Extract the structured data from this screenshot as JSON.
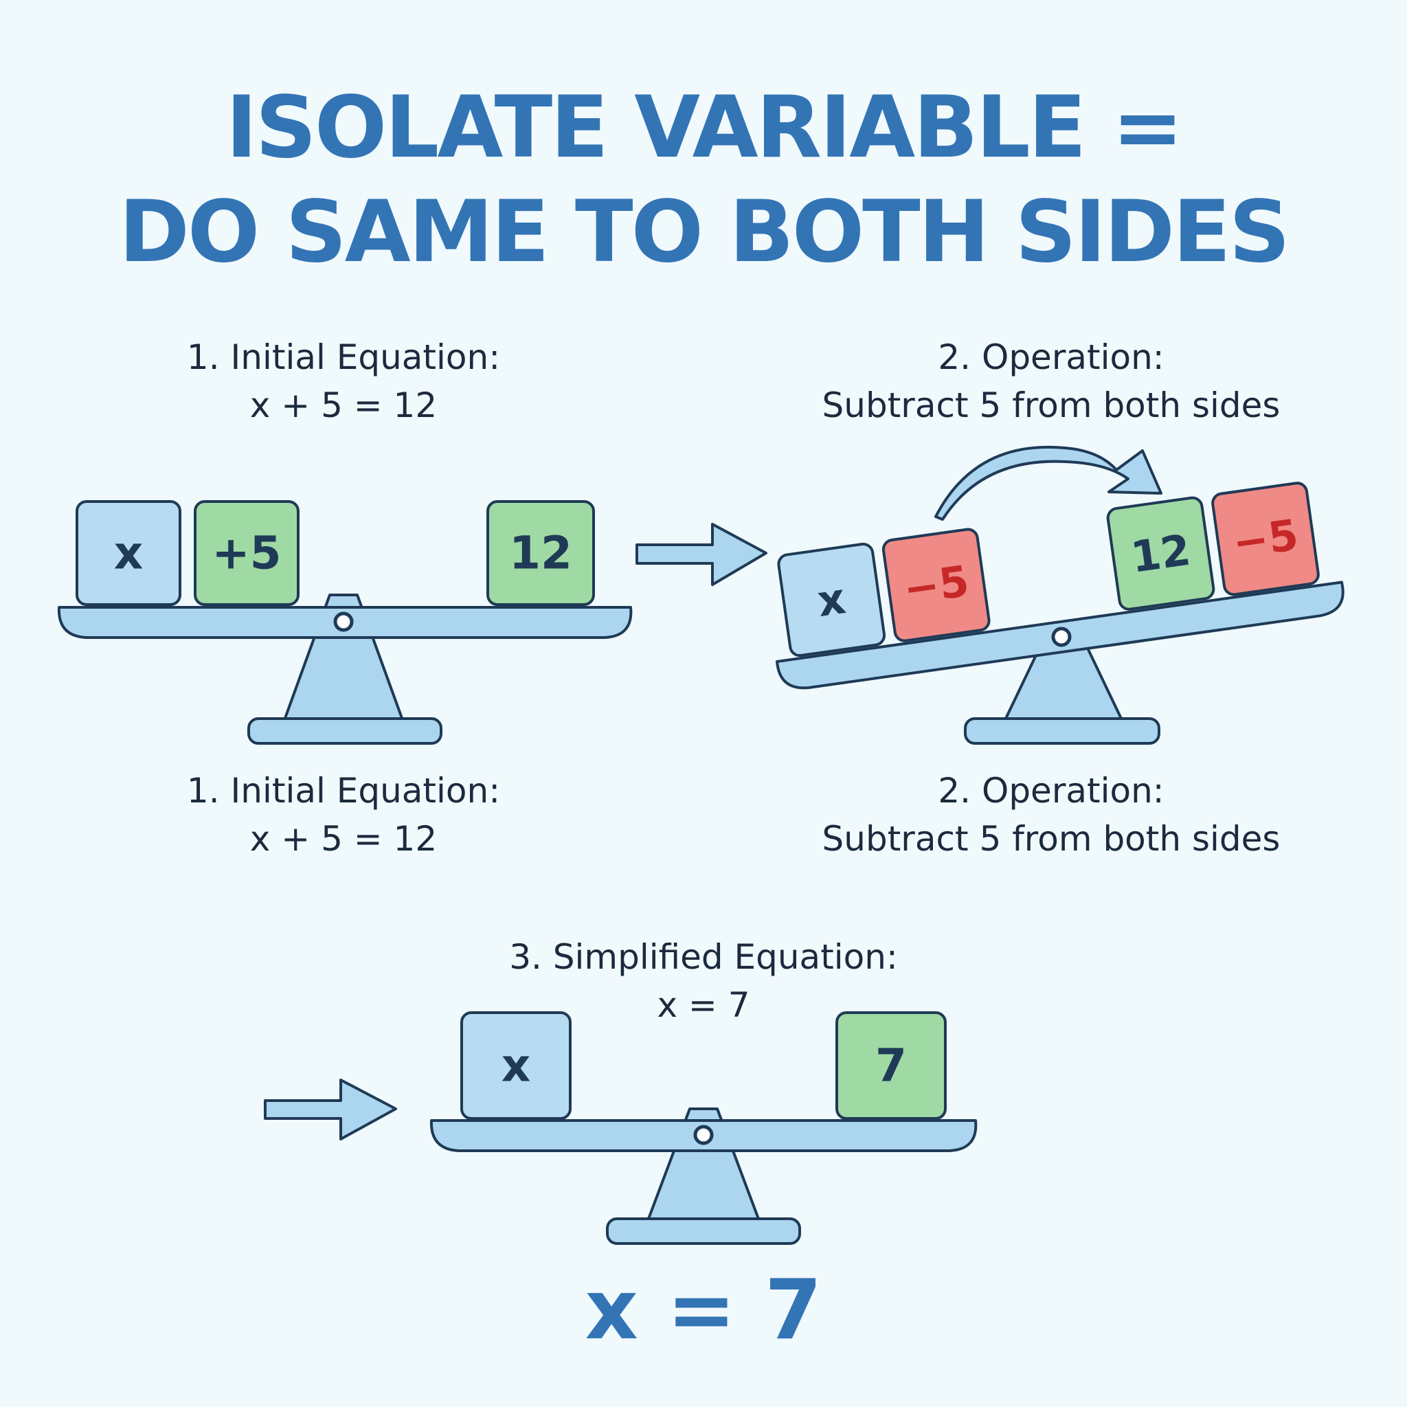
{
  "title": {
    "line1": "ISOLATE VARIABLE =",
    "line2": "DO SAME TO BOTH SIDES"
  },
  "captions": {
    "step1_top": {
      "heading": "1. Initial Equation:",
      "equation": "x + 5 = 12"
    },
    "step2_top": {
      "heading": "2. Operation:",
      "detail": "Subtract 5 from both sides"
    },
    "step1_bottom": {
      "heading": "1. Initial Equation:",
      "equation": "x + 5 = 12"
    },
    "step2_bottom": {
      "heading": "2. Operation:",
      "detail": "Subtract 5 from both sides"
    },
    "step3": {
      "heading": "3. Simplified Equation:",
      "equation": "x = 7"
    }
  },
  "blocks": {
    "scale1_left": [
      "x",
      "+5"
    ],
    "scale1_right": [
      "12"
    ],
    "scale2_left": [
      "x",
      "−5"
    ],
    "scale2_right": [
      "12",
      "−5"
    ],
    "scale3_left": [
      "x"
    ],
    "scale3_right": [
      "7"
    ]
  },
  "result": "x = 7",
  "colors": {
    "background": "#f0f9fc",
    "title": "#3374b5",
    "variable_block": "#b7dcf2",
    "positive_block": "#9fd9a4",
    "negative_block": "#f08a86",
    "negative_text": "#c62828",
    "scale": "#acd6ef",
    "outline": "#1f3a56"
  },
  "icons": [
    "arrow-right-icon",
    "curved-arrow-icon",
    "pivot-icon"
  ]
}
